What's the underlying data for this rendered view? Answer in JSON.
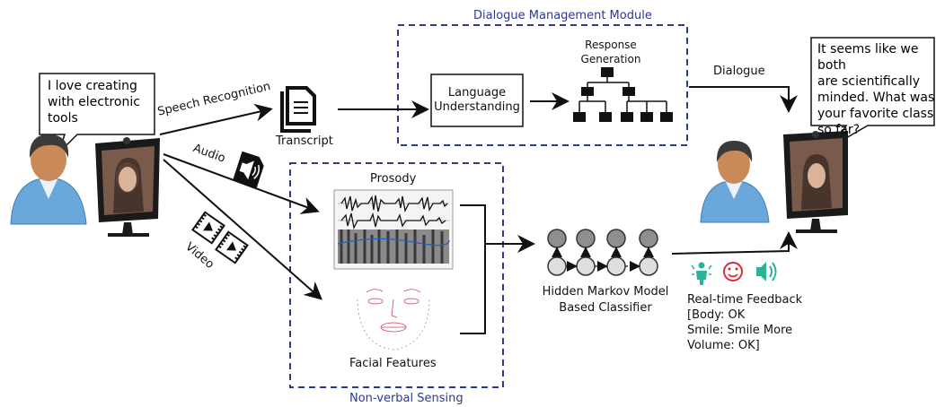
{
  "modules": {
    "dialogue_management": "Dialogue Management Module",
    "nonverbal_sensing": "Non-verbal Sensing"
  },
  "user_bubble": "I love creating\nwith electronic\ntools",
  "agent_bubble": "It seems like we both\nare scientifically\nminded. What was\nyour favorite class\nso far?",
  "labels": {
    "speech_recognition": "Speech Recognition",
    "audio": "Audio",
    "video": "Video",
    "transcript": "Transcript",
    "language_understanding": "Language\nUnderstanding",
    "response_generation": "Response\nGeneration",
    "dialogue": "Dialogue",
    "prosody": "Prosody",
    "facial_features": "Facial Features",
    "hmm": "Hidden Markov Model\nBased Classifier",
    "feedback": "Real-time Feedback\n[Body: OK\nSmile: Smile More\nVolume: OK]"
  },
  "colors": {
    "module_border": "#2b3a8f",
    "feedback_teal": "#2bb39a",
    "feedback_red": "#e0283a",
    "person_shirt": "#6aa8dc",
    "person_skin": "#c98a5a",
    "person_hair": "#3a3a3a"
  },
  "icons": [
    "document-icon",
    "audio-file-icon",
    "video-file-icon",
    "tree-icon",
    "body-icon",
    "smile-icon",
    "speaker-icon"
  ]
}
